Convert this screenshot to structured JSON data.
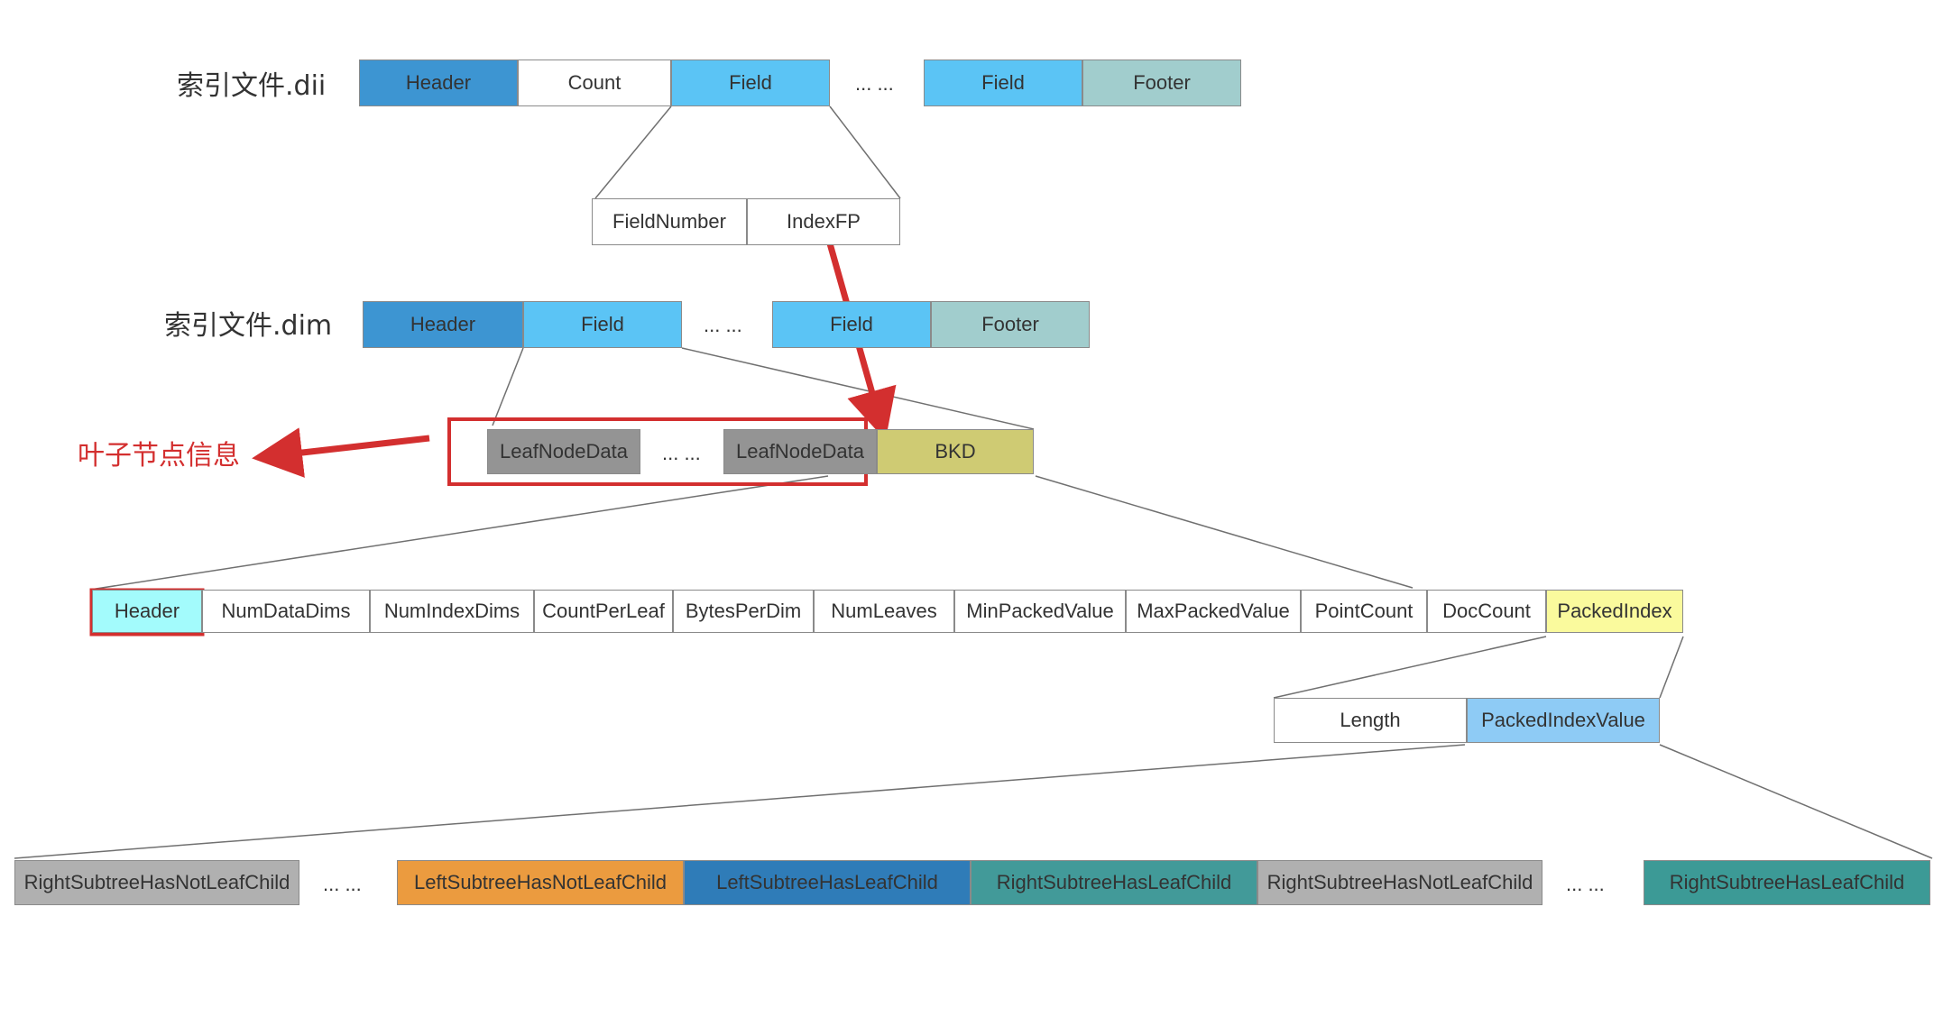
{
  "dii": {
    "title": "索引文件.dii",
    "header": "Header",
    "count": "Count",
    "field1": "Field",
    "ellipsis": "... ...",
    "field2": "Field",
    "footer": "Footer"
  },
  "field_detail": {
    "field_number": "FieldNumber",
    "index_fp": "IndexFP"
  },
  "dim": {
    "title": "索引文件.dim",
    "header": "Header",
    "field1": "Field",
    "ellipsis": "... ...",
    "field2": "Field",
    "footer": "Footer"
  },
  "leaf_annotation": "叶子节点信息",
  "dim_field": {
    "leaf1": "LeafNodeData",
    "ellipsis": "... ...",
    "leaf2": "LeafNodeData",
    "bkd": "BKD"
  },
  "bkd_row": [
    "Header",
    "NumDataDims",
    "NumIndexDims",
    "CountPerLeaf",
    "BytesPerDim",
    "NumLeaves",
    "MinPackedValue",
    "MaxPackedValue",
    "PointCount",
    "DocCount",
    "PackedIndex"
  ],
  "packed_index": {
    "length": "Length",
    "value": "PackedIndexValue"
  },
  "packed_value_row": {
    "c0": "RightSubtreeHasNotLeafChild",
    "e1": "... ...",
    "c1": "LeftSubtreeHasNotLeafChild",
    "c2": "LeftSubtreeHasLeafChild",
    "c3": "RightSubtreeHasLeafChild",
    "c4": "RightSubtreeHasNotLeafChild",
    "e2": "... ...",
    "c5": "RightSubtreeHasLeafChild"
  },
  "colors": {
    "header": "#3d95d2",
    "field": "#5bc4f5",
    "footer": "#a1cdcd",
    "leaf_node": "#949494",
    "bkd": "#cfcb73",
    "bkd_header": "#a3fbfc",
    "packed_index": "#fafa9d",
    "packed_index_value": "#8ecbf5",
    "right_not_leaf": "#b0b0b0",
    "left_not_leaf": "#eb9b3f",
    "left_leaf": "#2f7cb8",
    "right_leaf": "#429a99",
    "highlight": "#d32f2f"
  }
}
